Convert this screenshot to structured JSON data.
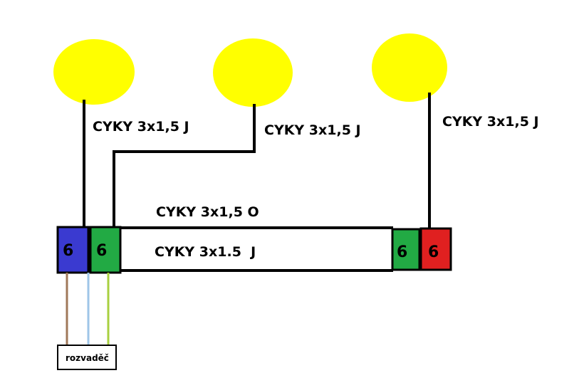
{
  "labels": {
    "cable_lamp1": "CYKY 3x1,5 J",
    "cable_lamp2": "CYKY 3x1,5 J",
    "cable_lamp3": "CYKY 3x1,5 J",
    "cable_top": "CYKY 3x1,5 O",
    "cable_mid": "CYKY 3x1.5  J"
  },
  "boxes": {
    "box1": "6",
    "box2": "6",
    "box3": "6",
    "box4": "6"
  },
  "distribution": "rozvaděč",
  "colors": {
    "lamp": "#ffff00",
    "box_blue": "#3a3ad0",
    "box_green": "#22aa44",
    "box_red": "#e02020",
    "wire_brown": "#a0785a",
    "wire_blue": "#9fc6e8",
    "wire_green_yellow": "#a8d040"
  }
}
